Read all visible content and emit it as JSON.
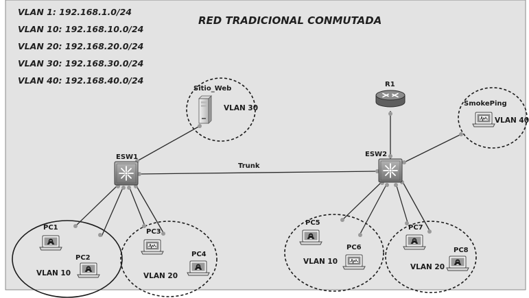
{
  "diagram": {
    "title": "RED TRADICIONAL CONMUTADA",
    "vlan_notes": [
      "VLAN 1: 192.168.1.0/24",
      "VLAN 10: 192.168.10.0/24",
      "VLAN 20: 192.168.20.0/24",
      "VLAN 30: 192.168.30.0/24",
      "VLAN 40: 192.168.40.0/24"
    ],
    "devices": {
      "esw1": "ESW1",
      "esw2": "ESW2",
      "r1": "R1",
      "sitio_web": "Sitio_Web",
      "smokeping": "SmokePing",
      "pc1": "PC1",
      "pc2": "PC2",
      "pc3": "PC3",
      "pc4": "PC4",
      "pc5": "PC5",
      "pc6": "PC6",
      "pc7": "PC7",
      "pc8": "PC8"
    },
    "links": {
      "trunk": "Trunk"
    },
    "groups": {
      "pc1_pc2": "VLAN 10",
      "pc3_pc4": "VLAN 20",
      "pc5_pc6": "VLAN 10",
      "pc7_pc8": "VLAN 20",
      "sitio_web": "VLAN 30",
      "smokeping": "VLAN 40"
    },
    "colors": {
      "background": "#e3e3e3",
      "link": "#2a2a2a",
      "link_port": "#9a9a9a",
      "switch": "#8a8a8a",
      "router": "#6d6d6d"
    }
  }
}
